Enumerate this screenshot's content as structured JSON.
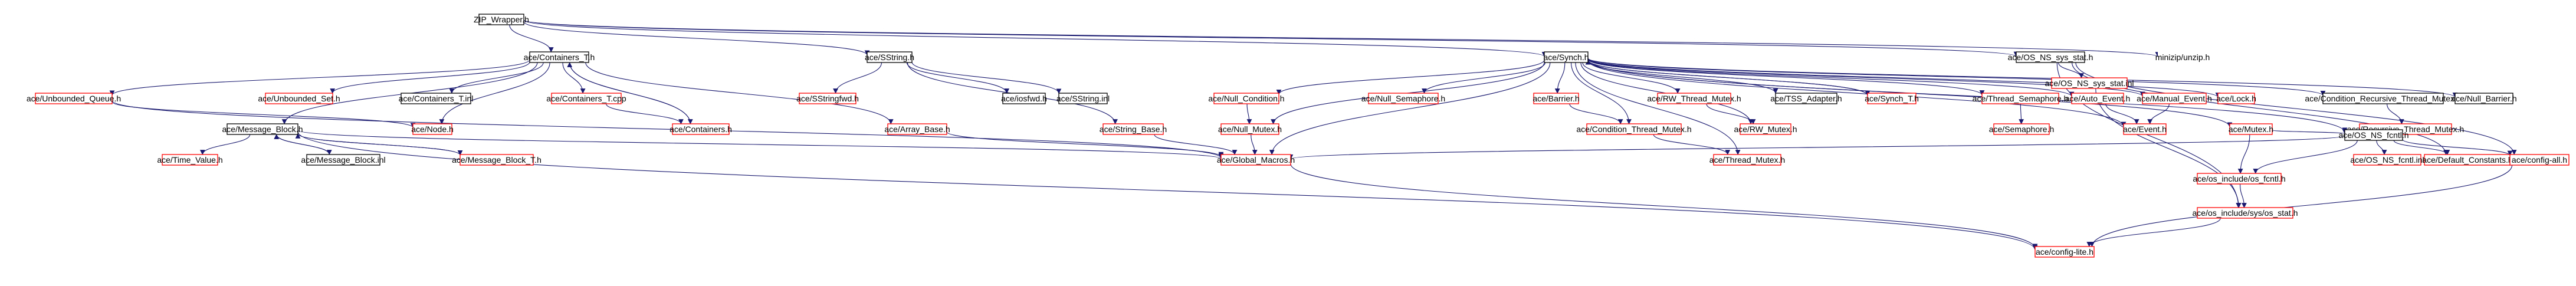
{
  "colors": {
    "edge": "#191970",
    "root_fill": "#bfbfbf",
    "border_documented": "#000000",
    "border_undocumented": "#ff0000",
    "background": "#ffffff"
  },
  "nodes": [
    {
      "id": "zip",
      "label": "ZIP_Wrapper.h",
      "style": "root"
    },
    {
      "id": "containers_t",
      "label": "ace/Containers_T.h",
      "style": "black"
    },
    {
      "id": "sstring",
      "label": "ace/SString.h",
      "style": "black"
    },
    {
      "id": "synch",
      "label": "ace/Synch.h",
      "style": "black"
    },
    {
      "id": "os_ns_sys_stat",
      "label": "ace/OS_NS_sys_stat.h",
      "style": "black"
    },
    {
      "id": "minizip",
      "label": "minizip/unzip.h",
      "style": "plain"
    },
    {
      "id": "unbounded_queue",
      "label": "ace/Unbounded_Queue.h",
      "style": "red"
    },
    {
      "id": "unbounded_set",
      "label": "ace/Unbounded_Set.h",
      "style": "red"
    },
    {
      "id": "containers_t_inl",
      "label": "ace/Containers_T.inl",
      "style": "black"
    },
    {
      "id": "containers_t_cpp",
      "label": "ace/Containers_T.cpp",
      "style": "red"
    },
    {
      "id": "containers",
      "label": "ace/Containers.h",
      "style": "red"
    },
    {
      "id": "array_base",
      "label": "ace/Array_Base.h",
      "style": "red"
    },
    {
      "id": "node",
      "label": "ace/Node.h",
      "style": "red"
    },
    {
      "id": "message_block",
      "label": "ace/Message_Block.h",
      "style": "black"
    },
    {
      "id": "time_value",
      "label": "ace/Time_Value.h",
      "style": "red"
    },
    {
      "id": "message_block_inl",
      "label": "ace/Message_Block.inl",
      "style": "black"
    },
    {
      "id": "message_block_t",
      "label": "ace/Message_Block_T.h",
      "style": "red"
    },
    {
      "id": "sstringfwd",
      "label": "ace/SStringfwd.h",
      "style": "red"
    },
    {
      "id": "iosfwd",
      "label": "ace/iosfwd.h",
      "style": "black"
    },
    {
      "id": "sstring_inl",
      "label": "ace/SString.inl",
      "style": "black"
    },
    {
      "id": "string_base",
      "label": "ace/String_Base.h",
      "style": "red"
    },
    {
      "id": "global_macros",
      "label": "ace/Global_Macros.h",
      "style": "red"
    },
    {
      "id": "null_condition",
      "label": "ace/Null_Condition.h",
      "style": "red"
    },
    {
      "id": "null_semaphore",
      "label": "ace/Null_Semaphore.h",
      "style": "red"
    },
    {
      "id": "barrier",
      "label": "ace/Barrier.h",
      "style": "red"
    },
    {
      "id": "rw_thread_mutex",
      "label": "ace/RW_Thread_Mutex.h",
      "style": "red"
    },
    {
      "id": "tss_adapter",
      "label": "ace/TSS_Adapter.h",
      "style": "black"
    },
    {
      "id": "synch_t",
      "label": "ace/Synch_T.h",
      "style": "red"
    },
    {
      "id": "thread_semaphore",
      "label": "ace/Thread_Semaphore.h",
      "style": "red"
    },
    {
      "id": "auto_event",
      "label": "ace/Auto_Event.h",
      "style": "red"
    },
    {
      "id": "manual_event",
      "label": "ace/Manual_Event.h",
      "style": "red"
    },
    {
      "id": "lock",
      "label": "ace/Lock.h",
      "style": "red"
    },
    {
      "id": "cond_recursive_thread_mutex",
      "label": "ace/Condition_Recursive_Thread_Mutex.h",
      "style": "black"
    },
    {
      "id": "null_barrier",
      "label": "ace/Null_Barrier.h",
      "style": "black"
    },
    {
      "id": "null_mutex",
      "label": "ace/Null_Mutex.h",
      "style": "red"
    },
    {
      "id": "cond_thread_mutex",
      "label": "ace/Condition_Thread_Mutex.h",
      "style": "red"
    },
    {
      "id": "rw_mutex",
      "label": "ace/RW_Mutex.h",
      "style": "red"
    },
    {
      "id": "semaphore",
      "label": "ace/Semaphore.h",
      "style": "red"
    },
    {
      "id": "event",
      "label": "ace/Event.h",
      "style": "red"
    },
    {
      "id": "recursive_thread_mutex",
      "label": "ace/Recursive_Thread_Mutex.h",
      "style": "red"
    },
    {
      "id": "mutex",
      "label": "ace/Mutex.h",
      "style": "red"
    },
    {
      "id": "thread_mutex",
      "label": "ace/Thread_Mutex.h",
      "style": "red"
    },
    {
      "id": "os_ns_sys_stat_inl",
      "label": "ace/OS_NS_sys_stat.inl",
      "style": "red"
    },
    {
      "id": "os_ns_fcntl",
      "label": "ace/OS_NS_fcntl.h",
      "style": "black"
    },
    {
      "id": "os_include_os_fcntl",
      "label": "ace/os_include/os_fcntl.h",
      "style": "red"
    },
    {
      "id": "os_ns_fcntl_inl",
      "label": "ace/OS_NS_fcntl.inl",
      "style": "red"
    },
    {
      "id": "default_constants",
      "label": "ace/Default_Constants.h",
      "style": "red"
    },
    {
      "id": "config_all",
      "label": "ace/config-all.h",
      "style": "red"
    },
    {
      "id": "os_include_sys_os_stat",
      "label": "ace/os_include/sys/os_stat.h",
      "style": "red"
    },
    {
      "id": "config_lite",
      "label": "ace/config-lite.h",
      "style": "red"
    }
  ],
  "edges": [
    [
      "zip",
      "containers_t"
    ],
    [
      "zip",
      "sstring"
    ],
    [
      "zip",
      "synch"
    ],
    [
      "zip",
      "os_ns_sys_stat"
    ],
    [
      "zip",
      "minizip"
    ],
    [
      "containers_t",
      "unbounded_queue"
    ],
    [
      "containers_t",
      "unbounded_set"
    ],
    [
      "containers_t",
      "containers_t_inl"
    ],
    [
      "containers_t",
      "containers_t_cpp"
    ],
    [
      "containers_t",
      "containers"
    ],
    [
      "containers_t",
      "array_base"
    ],
    [
      "containers_t",
      "node"
    ],
    [
      "containers_t",
      "message_block"
    ],
    [
      "unbounded_queue",
      "node"
    ],
    [
      "unbounded_queue",
      "global_macros"
    ],
    [
      "containers_t_cpp",
      "containers"
    ],
    [
      "containers",
      "containers_t"
    ],
    [
      "array_base",
      "global_macros"
    ],
    [
      "message_block",
      "time_value"
    ],
    [
      "message_block",
      "message_block_inl"
    ],
    [
      "message_block",
      "message_block_t"
    ],
    [
      "message_block",
      "global_macros"
    ],
    [
      "message_block",
      "config_lite"
    ],
    [
      "message_block_t",
      "message_block"
    ],
    [
      "message_block_inl",
      "message_block"
    ],
    [
      "sstring",
      "sstringfwd"
    ],
    [
      "sstring",
      "iosfwd"
    ],
    [
      "sstring",
      "sstring_inl"
    ],
    [
      "sstring",
      "string_base"
    ],
    [
      "string_base",
      "global_macros"
    ],
    [
      "synch",
      "null_condition"
    ],
    [
      "synch",
      "null_semaphore"
    ],
    [
      "synch",
      "barrier"
    ],
    [
      "synch",
      "rw_thread_mutex"
    ],
    [
      "synch",
      "tss_adapter"
    ],
    [
      "synch",
      "synch_t"
    ],
    [
      "synch",
      "thread_semaphore"
    ],
    [
      "synch",
      "auto_event"
    ],
    [
      "synch",
      "manual_event"
    ],
    [
      "synch",
      "lock"
    ],
    [
      "synch",
      "cond_recursive_thread_mutex"
    ],
    [
      "synch",
      "null_barrier"
    ],
    [
      "synch",
      "null_mutex"
    ],
    [
      "synch",
      "cond_thread_mutex"
    ],
    [
      "synch",
      "rw_mutex"
    ],
    [
      "synch",
      "event"
    ],
    [
      "synch",
      "mutex"
    ],
    [
      "synch",
      "thread_mutex"
    ],
    [
      "synch",
      "os_ns_fcntl"
    ],
    [
      "synch",
      "global_macros"
    ],
    [
      "synch_t",
      "synch"
    ],
    [
      "null_condition",
      "null_mutex"
    ],
    [
      "null_mutex",
      "global_macros"
    ],
    [
      "barrier",
      "cond_thread_mutex"
    ],
    [
      "rw_thread_mutex",
      "rw_mutex"
    ],
    [
      "cond_thread_mutex",
      "thread_mutex"
    ],
    [
      "thread_semaphore",
      "semaphore"
    ],
    [
      "auto_event",
      "event"
    ],
    [
      "manual_event",
      "event"
    ],
    [
      "cond_recursive_thread_mutex",
      "recursive_thread_mutex"
    ],
    [
      "mutex",
      "os_include_os_fcntl"
    ],
    [
      "mutex",
      "os_ns_fcntl"
    ],
    [
      "os_ns_sys_stat",
      "os_ns_sys_stat_inl"
    ],
    [
      "os_ns_sys_stat",
      "os_include_sys_os_stat"
    ],
    [
      "os_ns_sys_stat",
      "default_constants"
    ],
    [
      "os_ns_sys_stat",
      "config_all"
    ],
    [
      "os_ns_fcntl",
      "os_include_os_fcntl"
    ],
    [
      "os_ns_fcntl",
      "os_ns_fcntl_inl"
    ],
    [
      "os_ns_fcntl",
      "default_constants"
    ],
    [
      "os_ns_fcntl",
      "config_all"
    ],
    [
      "os_ns_fcntl",
      "global_macros"
    ],
    [
      "os_ns_sys_stat_inl",
      "os_include_sys_os_stat"
    ],
    [
      "os_include_os_fcntl",
      "os_include_sys_os_stat"
    ],
    [
      "os_include_sys_os_stat",
      "config_lite"
    ],
    [
      "config_all",
      "config_lite"
    ],
    [
      "global_macros",
      "config_lite"
    ]
  ]
}
